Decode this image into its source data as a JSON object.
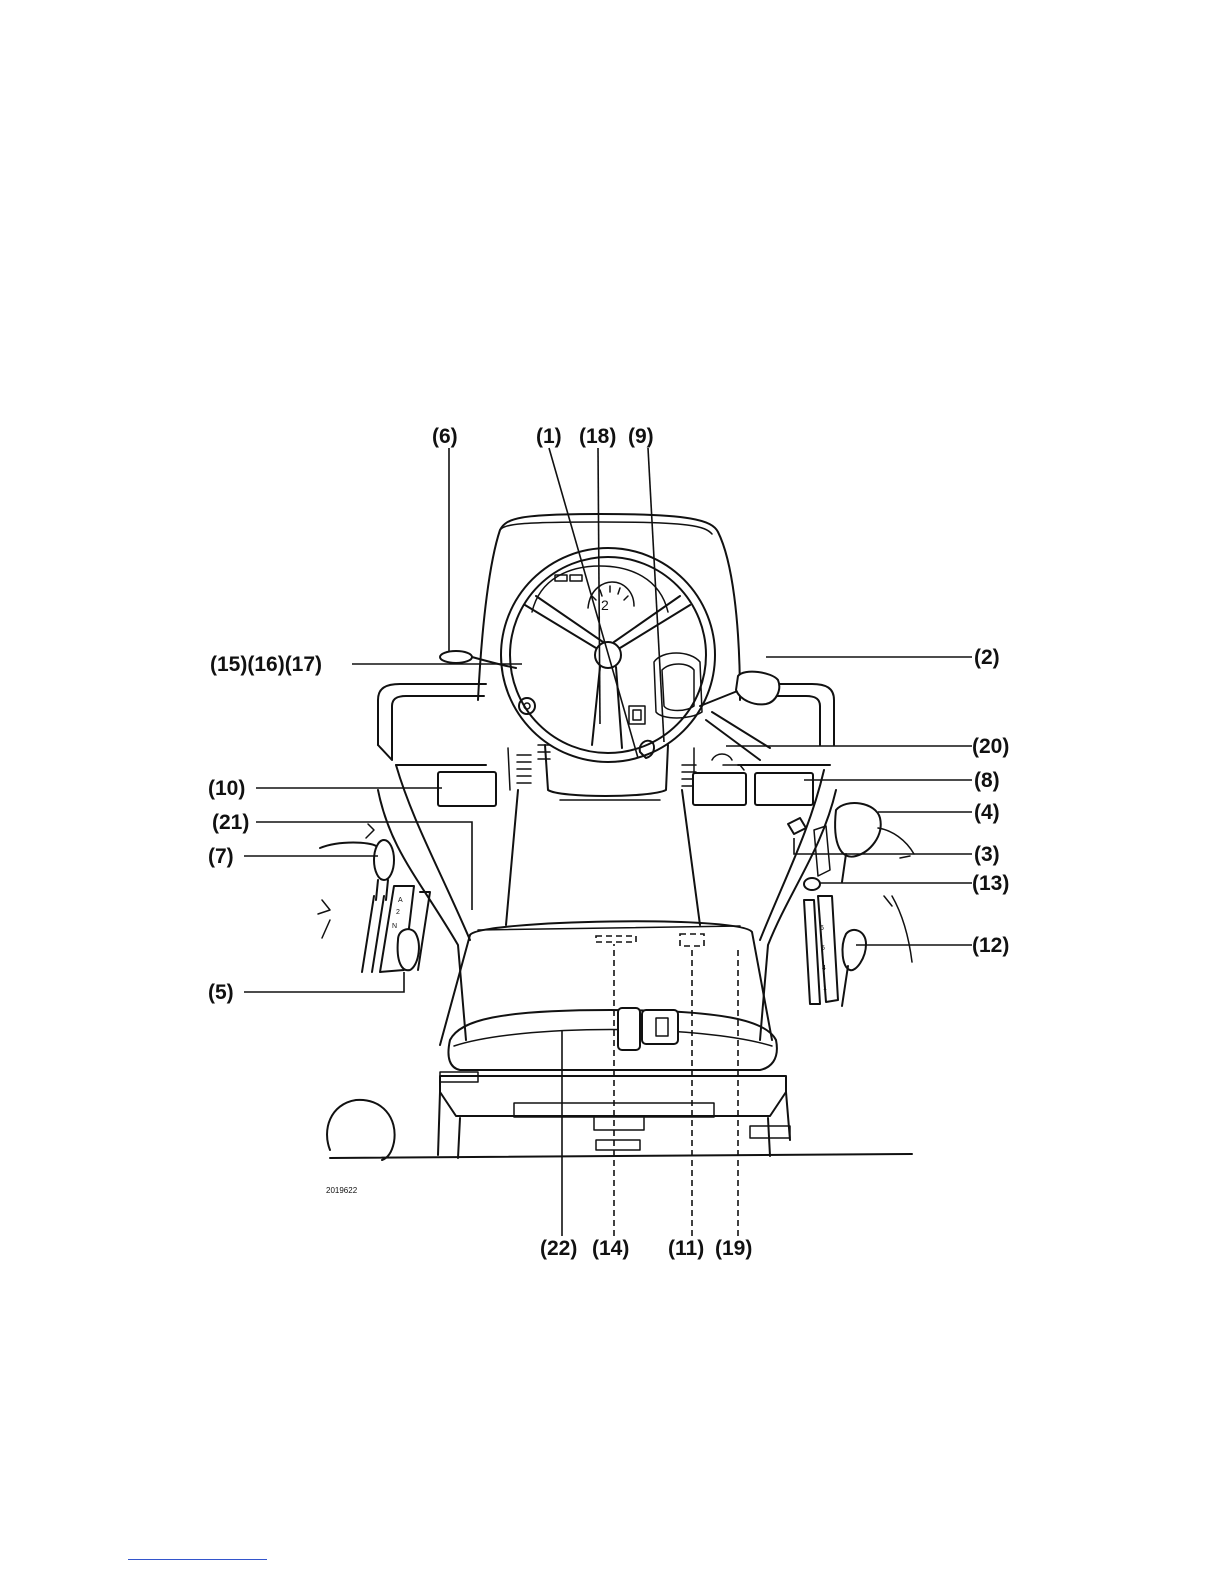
{
  "figure": {
    "number": "2019622",
    "callouts": {
      "c6": "(6)",
      "c1": "(1)",
      "c18": "(18)",
      "c9": "(9)",
      "c15_17": "(15)(16)(17)",
      "c2": "(2)",
      "c20": "(20)",
      "c10": "(10)",
      "c8": "(8)",
      "c21": "(21)",
      "c4": "(4)",
      "c7": "(7)",
      "c3": "(3)",
      "c13": "(13)",
      "c12": "(12)",
      "c5": "(5)",
      "c22": "(22)",
      "c14": "(14)",
      "c11": "(11)",
      "c19": "(19)"
    }
  }
}
